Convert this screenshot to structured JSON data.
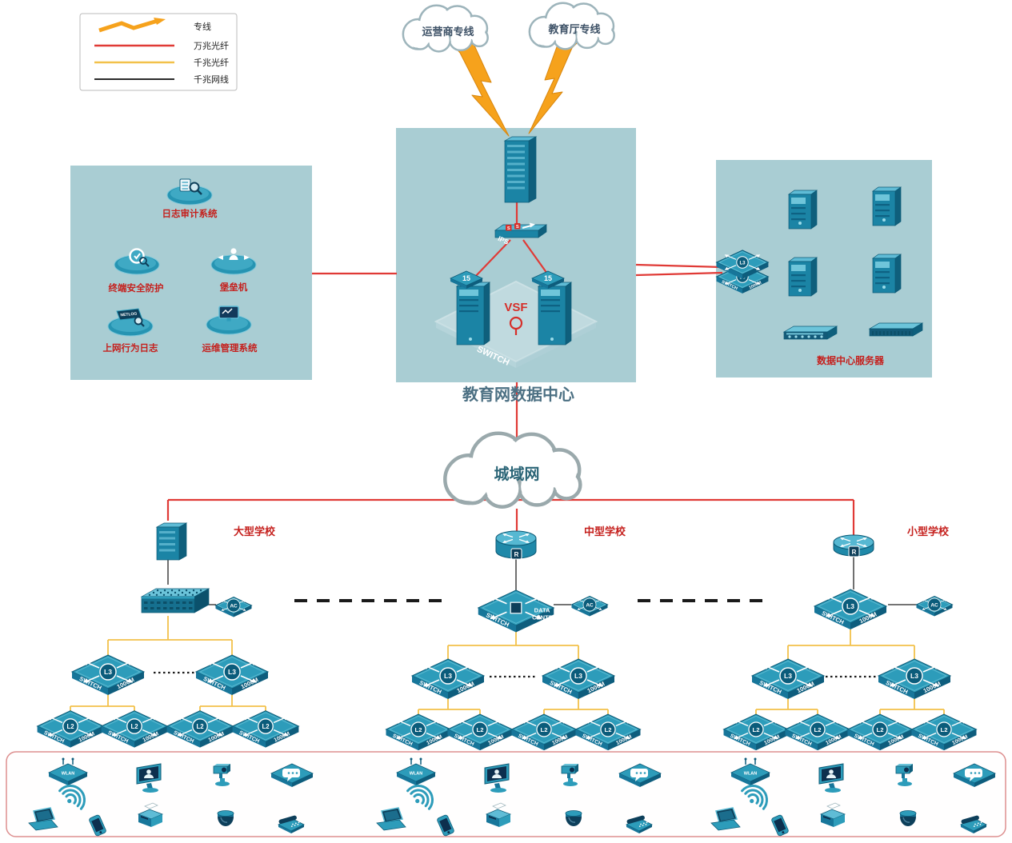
{
  "colors": {
    "red": "#e03a36",
    "yellow": "#f2c14a",
    "black": "#2b2b2b",
    "orange": "#f6a21c",
    "teal": "#2d9cba",
    "zone_bg": "#a9cdd3",
    "label_red": "#c5201d"
  },
  "legend": {
    "items": [
      {
        "label": "专线",
        "type": "bolt"
      },
      {
        "label": "万兆光纤",
        "type": "line",
        "color": "#e03a36"
      },
      {
        "label": "千兆光纤",
        "type": "line",
        "color": "#f2c14a"
      },
      {
        "label": "千兆网线",
        "type": "line",
        "color": "#2b2b2b"
      }
    ]
  },
  "clouds": {
    "carrier": "运营商专线",
    "edu": "教育厅专线",
    "metro": "城域网"
  },
  "datacenter": {
    "title": "教育网数据中心",
    "ips": "IPS",
    "ips_glyph": "S",
    "vsf": "VSF",
    "vsf_switch": "SWITCH",
    "cap": "15"
  },
  "security": {
    "items": [
      {
        "label": "日志审计系统"
      },
      {
        "label": "终端安全防护"
      },
      {
        "label": "堡垒机"
      },
      {
        "label": "上网行为日志"
      },
      {
        "label": "运维管理系统"
      }
    ],
    "netlog": "NETLOG"
  },
  "servers": {
    "label": "数据中心服务器"
  },
  "sw": {
    "line1": "SWITCH",
    "line2": "1000M",
    "l3": "L3",
    "l2": "L2",
    "ac": "AC",
    "r": "R",
    "data1": "DATA",
    "data2": "CENTER",
    "wlan": "WLAN"
  },
  "schools": [
    {
      "name": "大型学校"
    },
    {
      "name": "中型学校"
    },
    {
      "name": "小型学校"
    }
  ]
}
